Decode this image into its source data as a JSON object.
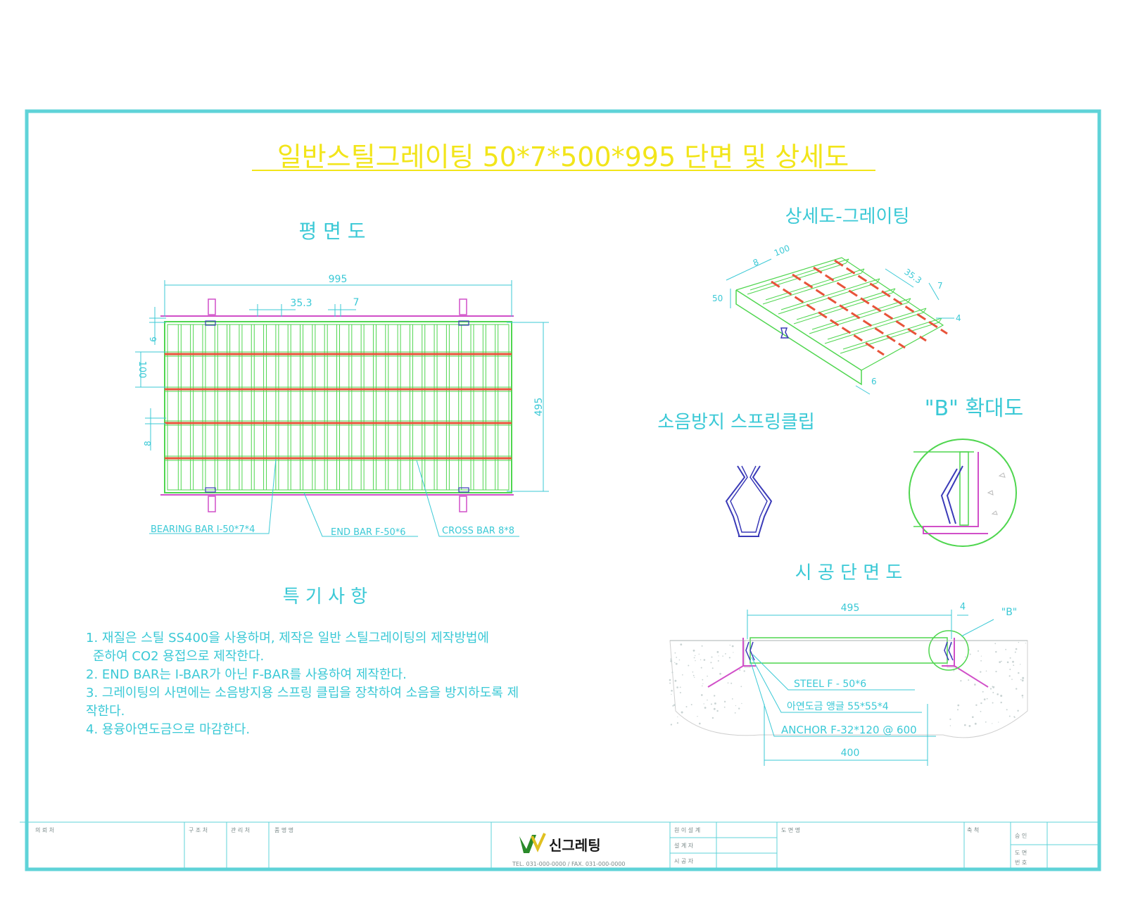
{
  "title": "일반스틸그레이팅 50*7*500*995 단면 및 상세도",
  "colors": {
    "frame": "#5fd3d8",
    "title": "#f2e51a",
    "label": "#3bc9d6",
    "grating": "#4fd64f",
    "crossbar": "#e8533a",
    "clip": "#3a3ab8",
    "anchor": "#d14fc8"
  },
  "plan": {
    "heading": "평 면 도",
    "dims": {
      "width": "995",
      "pitch": "35.3",
      "thickness": "7",
      "height": "495",
      "cross_pitch": "100",
      "edge_top": "6",
      "edge_bot": "8"
    },
    "labels": {
      "bearing": "BEARING BAR I-50*7*4",
      "end": "END BAR F-50*6",
      "cross": "CROSS BAR 8*8"
    }
  },
  "detail": {
    "heading": "상세도-그레이팅",
    "dims": {
      "d8": "8",
      "d100": "100",
      "d50": "50",
      "d35": "35.3",
      "d7": "7",
      "d4": "4",
      "d6": "6"
    }
  },
  "clip": {
    "heading": "소음방지 스프링클립"
  },
  "bview": {
    "heading": "\"B\" 확대도"
  },
  "section": {
    "heading": "시 공 단 면 도",
    "dims": {
      "w495": "495",
      "w4": "4",
      "b": "\"B\"",
      "w400": "400"
    },
    "labels": {
      "steel": "STEEL F - 50*6",
      "angle": "아연도금 앵글 55*55*4",
      "anchor": "ANCHOR F-32*120 @ 600"
    }
  },
  "notes": {
    "heading": "특 기 사 항",
    "lines": [
      "1. 재질은 스틸 SS400을 사용하며, 제작은 일반 스틸그레이팅의 제작방법에",
      "준하여 CO2 용접으로 제작한다.",
      "2. END BAR는 I-BAR가 아닌 F-BAR를 사용하여 제작한다.",
      "3. 그레이팅의 사면에는 소음방지용 스프링 클립을 장착하여 소음을 방지하도록 제",
      "작한다.",
      "4. 용융아연도금으로 마감한다."
    ]
  },
  "titleblock": {
    "c1": "의 뢰 처",
    "c2": "구 조 처",
    "c3": "관 리 처",
    "c4": "품 명 명",
    "c5": "TEL. 031-000-0000 / FAX. 031-000-0000",
    "c6": "원 이 설 계",
    "c7": "설 계 자",
    "c8": "시 공 자",
    "c9": "도 면 명",
    "c10": "축 척",
    "c11": "승 인",
    "c12": "도 면",
    "c13": "번 호",
    "logo": "신그레팅"
  }
}
